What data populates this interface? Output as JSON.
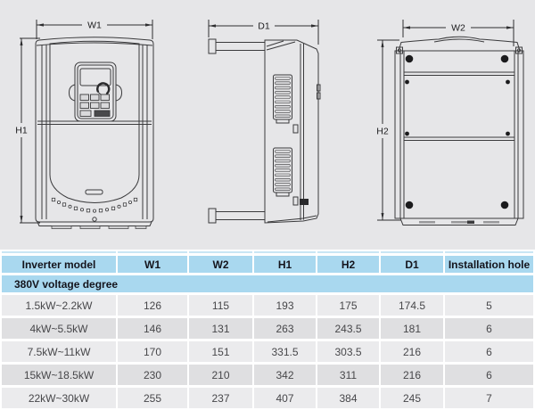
{
  "drawings": {
    "front": {
      "width_label": "W1",
      "height_label": "H1"
    },
    "side": {
      "depth_label": "D1"
    },
    "back": {
      "width_label": "W2",
      "height_label": "H2"
    }
  },
  "table": {
    "columns": [
      "Inverter model",
      "W1",
      "W2",
      "H1",
      "H2",
      "D1",
      "Installation hole"
    ],
    "section_header": "380V voltage degree",
    "rows": [
      {
        "model": "1.5kW~2.2kW",
        "w1": "126",
        "w2": "115",
        "h1": "193",
        "h2": "175",
        "d1": "174.5",
        "hole": "5"
      },
      {
        "model": "4kW~5.5kW",
        "w1": "146",
        "w2": "131",
        "h1": "263",
        "h2": "243.5",
        "d1": "181",
        "hole": "6"
      },
      {
        "model": "7.5kW~11kW",
        "w1": "170",
        "w2": "151",
        "h1": "331.5",
        "h2": "303.5",
        "d1": "216",
        "hole": "6"
      },
      {
        "model": "15kW~18.5kW",
        "w1": "230",
        "w2": "210",
        "h1": "342",
        "h2": "311",
        "d1": "216",
        "hole": "6"
      },
      {
        "model": "22kW~30kW",
        "w1": "255",
        "w2": "237",
        "h1": "407",
        "h2": "384",
        "d1": "245",
        "hole": "7"
      }
    ]
  },
  "colors": {
    "header_blue": "#a9d8ef",
    "top_strip_blue": "#c9e6f4",
    "row_gray_light": "#ebebed",
    "row_gray_dark": "#dfdfe1",
    "drawing_background": "#e6e6e8",
    "line_color": "#3a3a3c"
  }
}
